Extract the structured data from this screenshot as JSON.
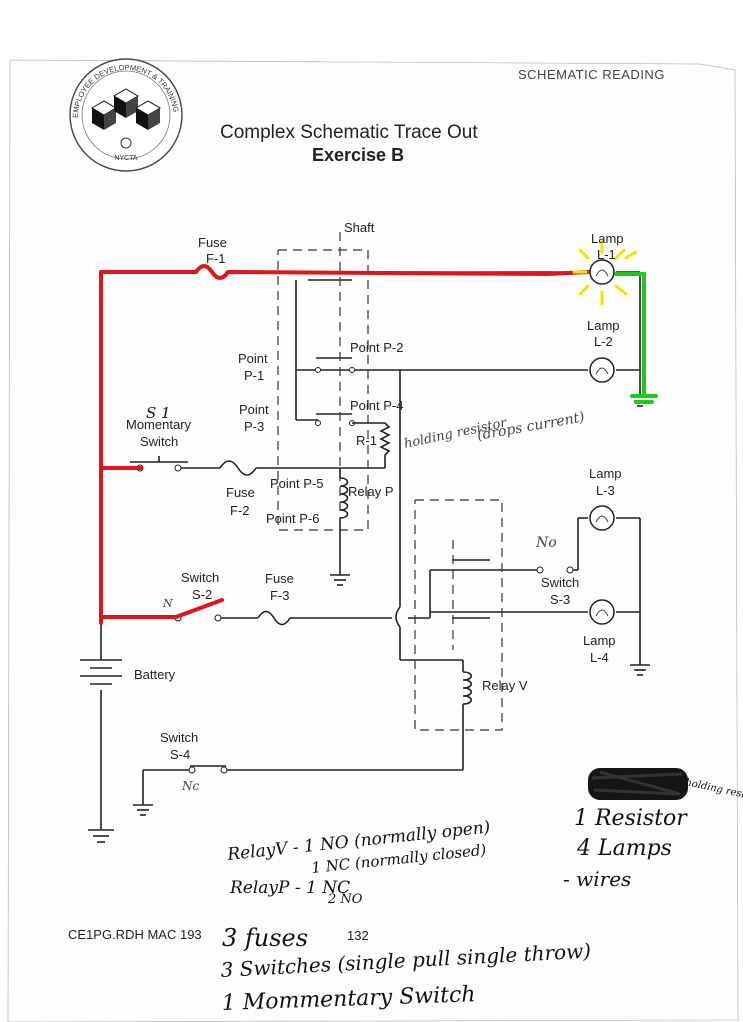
{
  "header": {
    "logo_ring_text": "EMPLOYEE DEVELOPMENT & TRAINING",
    "logo_bottom": "NYCTA",
    "corner_label": "SCHEMATIC READING",
    "title_line1": "Complex Schematic Trace Out",
    "title_line2": "Exercise B"
  },
  "components": {
    "shaft": "Shaft",
    "fuse_f1": [
      "Fuse",
      "F-1"
    ],
    "fuse_f2": [
      "Fuse",
      "F-2"
    ],
    "fuse_f3": [
      "Fuse",
      "F-3"
    ],
    "point_p1": [
      "Point",
      "P-1"
    ],
    "point_p2": "Point P-2",
    "point_p3": [
      "Point",
      "P-3"
    ],
    "point_p4": "Point P-4",
    "point_p5": "Point P-5",
    "point_p6": "Point P-6",
    "resistor_r1": "R-1",
    "relay_p": "Relay P",
    "relay_v": "Relay V",
    "lamp_l1": [
      "Lamp",
      "L-1"
    ],
    "lamp_l2": [
      "Lamp",
      "L-2"
    ],
    "lamp_l3": [
      "Lamp",
      "L-3"
    ],
    "lamp_l4": [
      "Lamp",
      "L-4"
    ],
    "switch_s1": [
      "Momentary",
      "Switch"
    ],
    "switch_s2": [
      "Switch",
      "S-2"
    ],
    "switch_s3": [
      "Switch",
      "S-3"
    ],
    "switch_s4": [
      "Switch",
      "S-4"
    ],
    "battery": "Battery"
  },
  "handwritten": {
    "s1_label": "S 1",
    "holding_resistor": "holding resistor",
    "drops_current": "(drops current)",
    "no_s3": "No",
    "nc_s4": "Nc",
    "no_s2": "N",
    "relay_v_line1": "RelayV - 1 NO (normally open)",
    "relay_v_line2": "1 NC (normally closed)",
    "relay_p_line1": "RelayP - 1 NC",
    "relay_p_line2": "2 NO",
    "resistors": "1 Resistor",
    "holding_resistor_small": "holding resistor",
    "lamps": "4 Lamps",
    "wires": "- wires",
    "fuses": "3 fuses",
    "switches": "3 Switches (single pull single throw)",
    "momentary": "1 Mommentary Switch"
  },
  "footer": {
    "code": "CE1PG.RDH  MAC 193",
    "page": "132"
  },
  "colors": {
    "trace_red": "#e0151b",
    "ground_green": "#1fc81f",
    "glow_yellow": "#f5e400"
  }
}
